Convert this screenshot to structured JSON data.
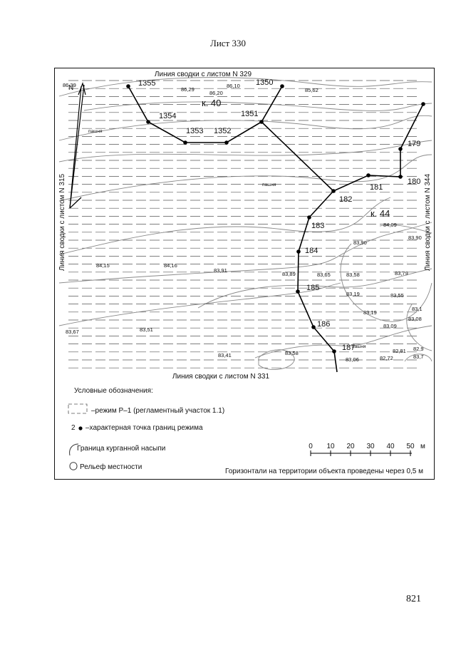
{
  "sheet": {
    "title": "Лист 330",
    "page_number": "821"
  },
  "map": {
    "edge_labels": {
      "top": "Линия сводки с листом N 329",
      "bottom": "Линия сводки с листом N 331",
      "left": "Линия сводки с листом N 315",
      "right": "Линия сводки с листом N 344"
    },
    "quarters": [
      "к. 40",
      "к. 44"
    ],
    "boundary_points": [
      "1355",
      "1354",
      "1353",
      "1352",
      "1351",
      "1350",
      "179",
      "180",
      "181",
      "182",
      "183",
      "184",
      "185",
      "186",
      "187"
    ],
    "elevations": [
      "86,39",
      "86,29",
      "86,20",
      "86,10",
      "85,62",
      "84,09",
      "83,90",
      "83,90",
      "84,15",
      "84,16",
      "83,91",
      "83,89",
      "83,65",
      "83,58",
      "83,79",
      "83,19",
      "83,55",
      "83,19",
      "83,09",
      "83,1",
      "83,08",
      "83,67",
      "83,51",
      "83,41",
      "83,58",
      "83,06",
      "82,72",
      "82,81",
      "82,9",
      "83,7"
    ],
    "terrain_labels": [
      "пашня",
      "пашня",
      "пашня"
    ],
    "north_arrow": "N"
  },
  "legend": {
    "heading": "Условные обозначения:",
    "zone": "–режим Р–1 (регламентный участок 1.1)",
    "point_sample": "2",
    "point": "–характерная точка границ режима",
    "mound": "Граница курганной насыпи",
    "relief": "Рельеф местности",
    "scale_ticks": [
      "0",
      "10",
      "20",
      "30",
      "40",
      "50"
    ],
    "scale_unit": "м",
    "contour_note": "Горизонтали на территории объекта проведены через 0,5 м"
  }
}
